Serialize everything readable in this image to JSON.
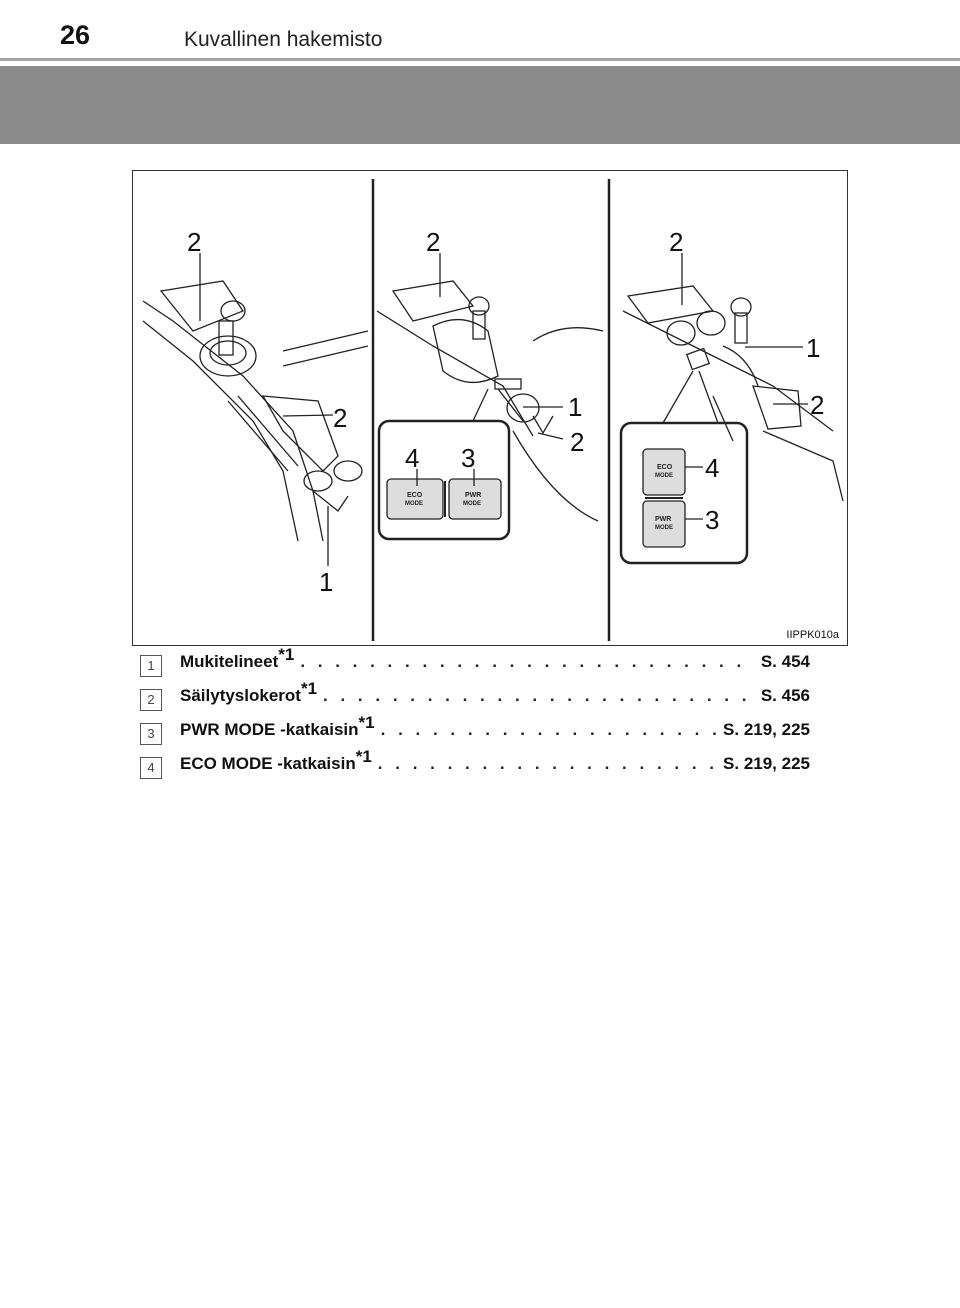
{
  "header": {
    "page_number": "26",
    "section_title": "Kuvallinen hakemisto"
  },
  "figure": {
    "image_code": "IIPPK010a",
    "left_panel": {
      "callouts": [
        "2",
        "2",
        "1"
      ]
    },
    "middle_panel": {
      "callouts": [
        "2",
        "1",
        "2",
        "4",
        "3"
      ],
      "buttons": [
        "ECO",
        "MODE",
        "PWR",
        "MODE"
      ]
    },
    "right_panel": {
      "callouts": [
        "2",
        "1",
        "2",
        "4",
        "3"
      ],
      "buttons": [
        "ECO",
        "MODE",
        "PWR",
        "MODE"
      ]
    }
  },
  "legend": [
    {
      "number": "1",
      "label": "Mukitelineet",
      "note": "*1",
      "page": "S. 454"
    },
    {
      "number": "2",
      "label": "Säilytyslokerot",
      "note": "*1",
      "page": "S. 456"
    },
    {
      "number": "3",
      "label": "PWR MODE -katkaisin",
      "note": "*1",
      "page": "S. 219, 225"
    },
    {
      "number": "4",
      "label": "ECO MODE -katkaisin",
      "note": "*1",
      "page": "S. 219, 225"
    }
  ]
}
